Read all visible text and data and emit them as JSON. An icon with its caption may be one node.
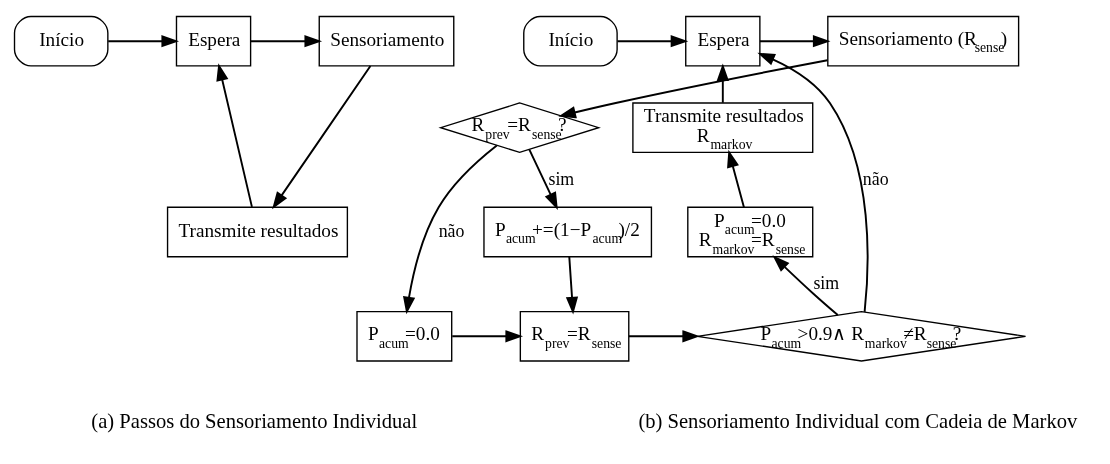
{
  "diagram": {
    "nodes": [
      {
        "text": [
          "Início"
        ]
      },
      {
        "text": [
          "Espera"
        ]
      },
      {
        "text": [
          "Sensoriamento"
        ]
      },
      {
        "text": [
          "Transmite resultados"
        ]
      },
      {
        "text": [
          "Início"
        ]
      },
      {
        "text": [
          "Espera"
        ]
      },
      {
        "text": [
          "Sensoriamento (R$_{sense}$)"
        ]
      },
      {
        "text": [
          "R$_{prev}$=R$_{sense}$?"
        ]
      },
      {
        "text": [
          "P$_{acum}$+=(1−P$_{acum}$)/2"
        ]
      },
      {
        "text": [
          "P$_{acum}$=0.0"
        ]
      },
      {
        "text": [
          "R$_{prev}$=R$_{sense}$"
        ]
      },
      {
        "text": [
          "P$_{acum}$>0.9∧ R$_{markov}$≠R$_{sense}$?"
        ]
      },
      {
        "text": [
          "P$_{acum}$=0.0",
          "R$_{markov}$=R$_{sense}$"
        ]
      },
      {
        "text": [
          "Transmite resultados",
          "R$_{markov}$"
        ]
      }
    ],
    "edges": [
      {
        "from": 0,
        "to": 1,
        "arrow": "to"
      },
      {
        "from": 1,
        "to": 2,
        "arrow": "to"
      },
      {
        "from": 2,
        "to": 3,
        "arrow": "to"
      },
      {
        "from": 3,
        "to": 1,
        "arrow": "to"
      },
      {
        "from": 4,
        "to": 5,
        "arrow": "to"
      },
      {
        "from": 5,
        "to": 6,
        "arrow": "to"
      },
      {
        "from": 6,
        "to": 7,
        "arrow": "to"
      },
      {
        "from": 7,
        "to": 8,
        "arrow": "to",
        "label": "sim"
      },
      {
        "from": 7,
        "to": 9,
        "arrow": "to",
        "label": "não"
      },
      {
        "from": 8,
        "to": 10,
        "arrow": "to"
      },
      {
        "from": 9,
        "to": 10,
        "arrow": "to"
      },
      {
        "from": 10,
        "to": 11,
        "arrow": "to"
      },
      {
        "from": 11,
        "to": 12,
        "arrow": "to",
        "label": "sim"
      },
      {
        "from": 11,
        "to": 5,
        "arrow": "to",
        "label": "não"
      },
      {
        "from": 12,
        "to": 13,
        "arrow": "to"
      },
      {
        "from": 13,
        "to": 5,
        "arrow": "to"
      }
    ],
    "labels": [
      "(a) Passos do Sensoriamento Individual",
      "(b) Sensoriamento Individual com Cadeia de Markov"
    ]
  }
}
